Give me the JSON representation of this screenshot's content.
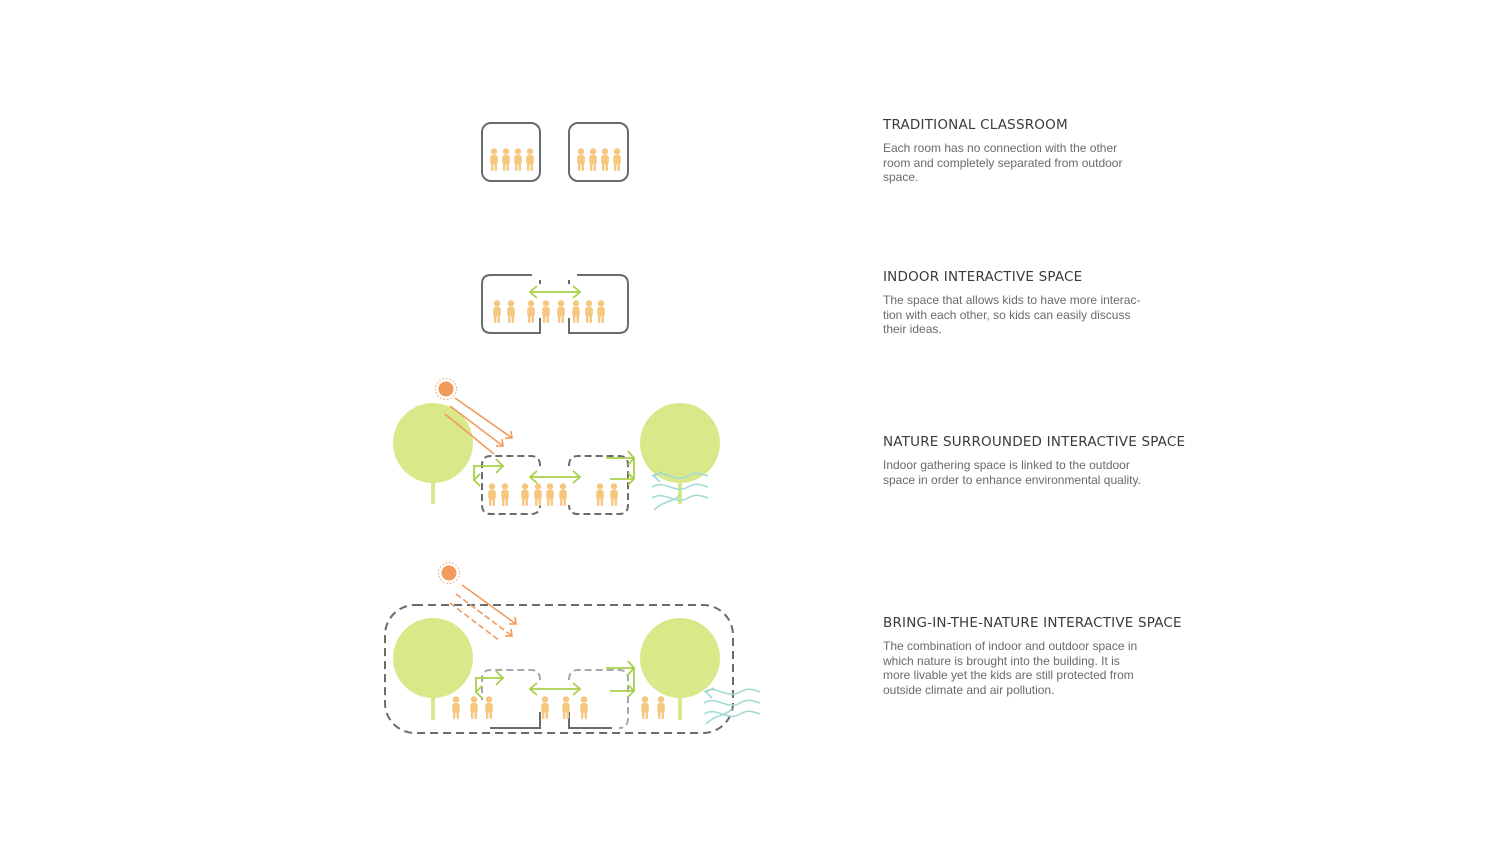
{
  "colors": {
    "room_stroke": "#6b6b6b",
    "room_stroke_light": "#a8a8a8",
    "people": "#f6c77e",
    "arrow_green": "#a9d04a",
    "tree": "#d9e98a",
    "sun": "#f19a5a",
    "wind": "#a3dad3",
    "title": "#3a3a3a",
    "desc": "#6a6a6a"
  },
  "sections": [
    {
      "title": "TRADITIONAL CLASSROOM",
      "description": "Each room has no connection with the other room and completely separated from outdoor space."
    },
    {
      "title": "INDOOR INTERACTIVE SPACE",
      "description": "The space that allows kids to have more interac-tion with each other, so kids can easily discuss their ideas."
    },
    {
      "title": "NATURE SURROUNDED INTERACTIVE SPACE",
      "description": "Indoor gathering space is linked to the outdoor space in order to enhance environmental quality."
    },
    {
      "title": "BRING-IN-THE-NATURE INTERACTIVE SPACE",
      "description": "The combination of indoor and outdoor space in which nature is brought into the building. It is more livable yet the kids are still protected from outside climate and air pollution."
    }
  ]
}
